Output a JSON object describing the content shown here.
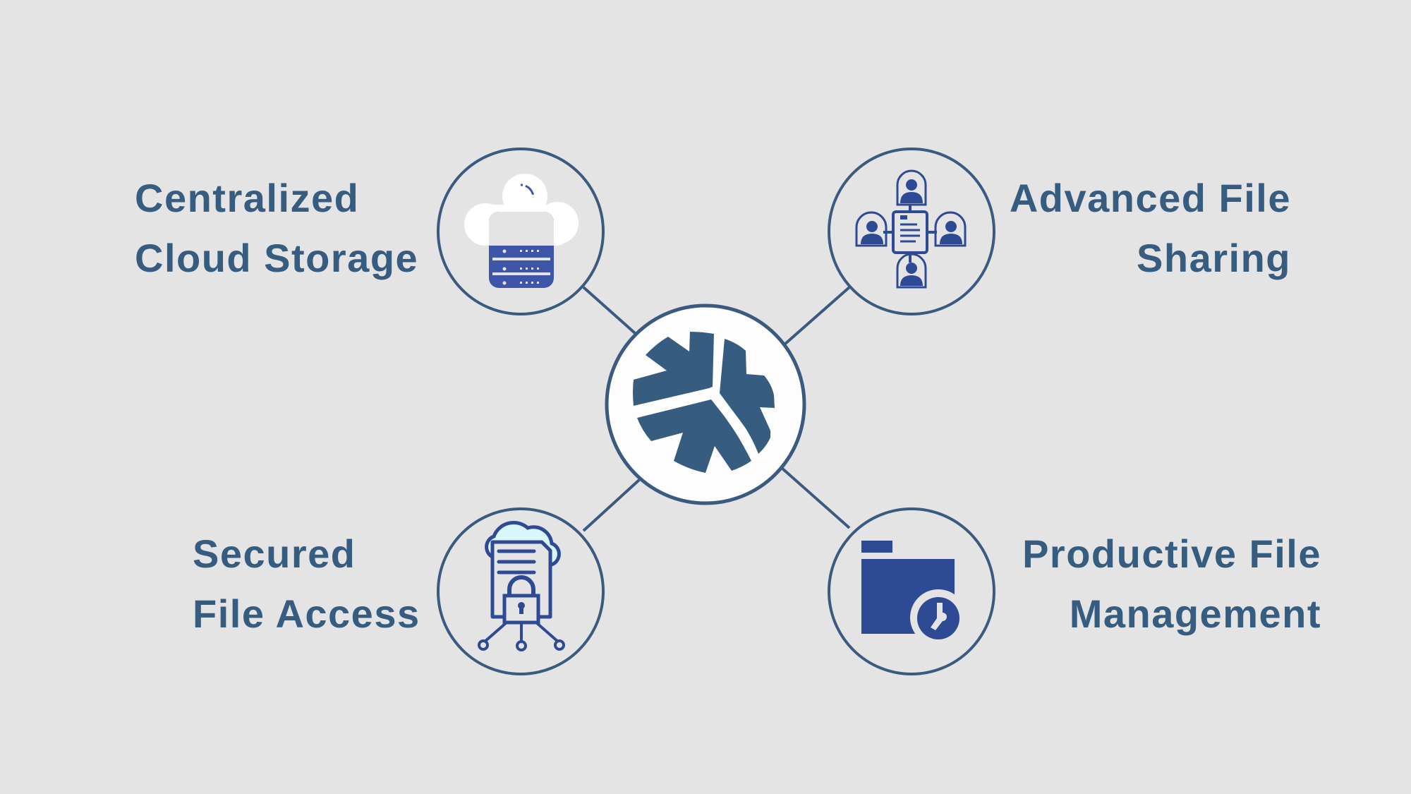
{
  "colors": {
    "background": "#e4e4e4",
    "text": "#365d80",
    "outline": "#3b5a80",
    "icon": "#2e4a94",
    "logo": "#365d80"
  },
  "center": {
    "icon": "snowflake-logo-icon"
  },
  "features": [
    {
      "position": "top-left",
      "line1": "Centralized",
      "line2": "Cloud Storage",
      "icon": "cloud-server-icon"
    },
    {
      "position": "top-right",
      "line1": "Advanced File",
      "line2": "Sharing",
      "icon": "file-sharing-users-icon"
    },
    {
      "position": "bottom-left",
      "line1": "Secured",
      "line2": "File Access",
      "icon": "cloud-file-lock-icon"
    },
    {
      "position": "bottom-right",
      "line1": "Productive File",
      "line2": "Management",
      "icon": "folder-clock-icon"
    }
  ]
}
